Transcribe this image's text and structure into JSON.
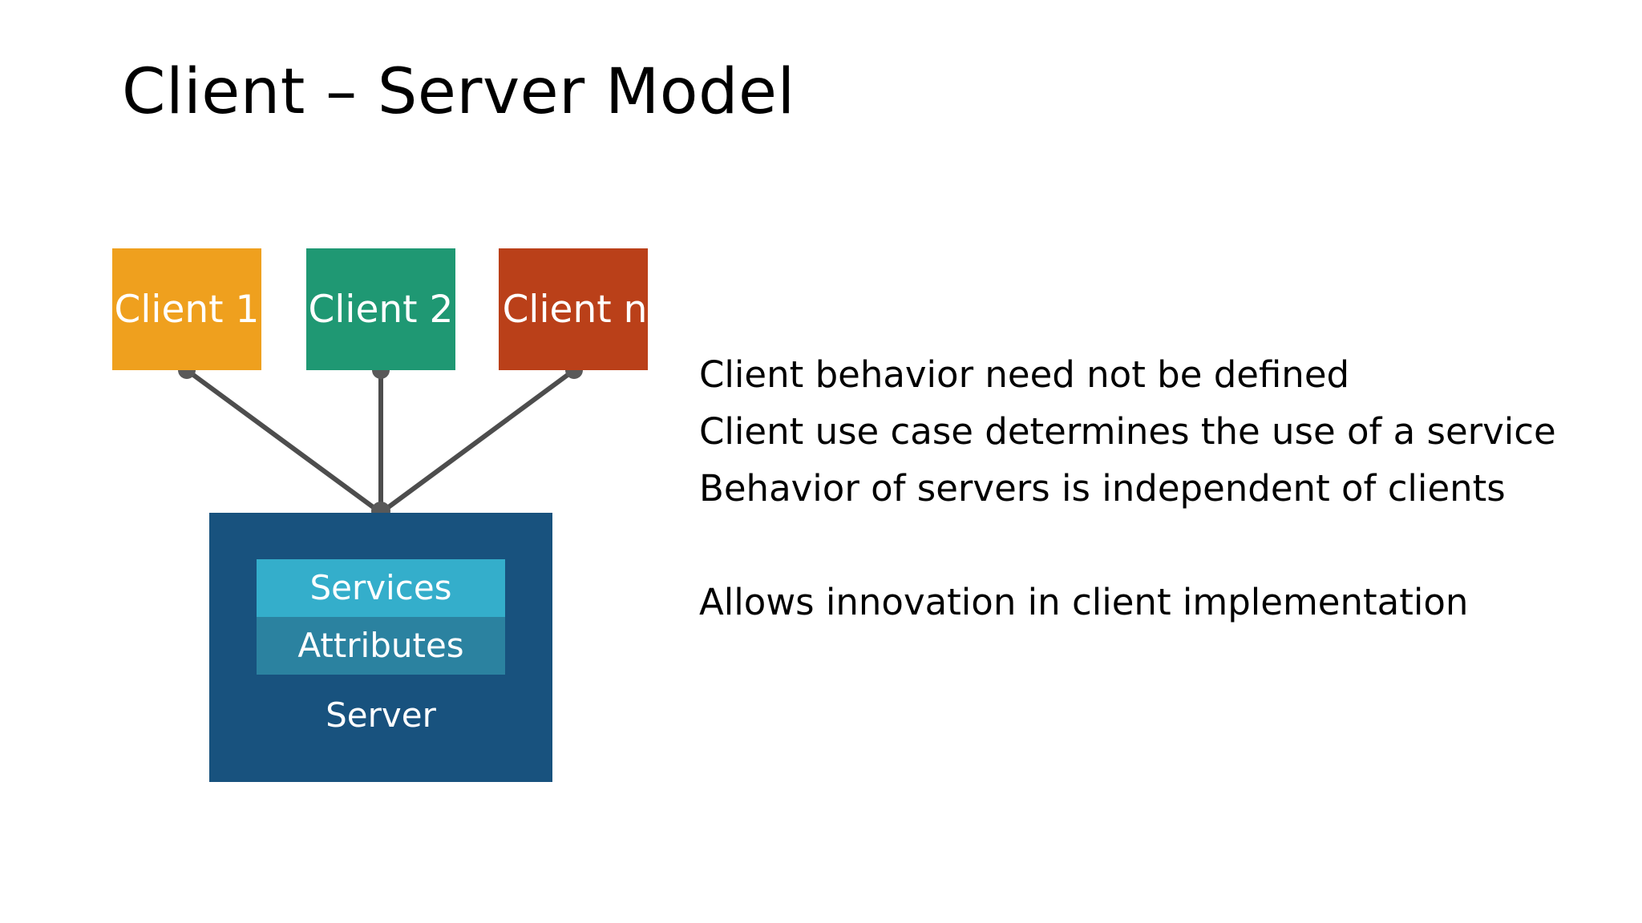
{
  "slide": {
    "title": "Client – Server Model",
    "background_color": "#FFFFFF"
  },
  "diagram": {
    "type": "client-server-block-diagram",
    "clients": [
      {
        "label": "Client 1",
        "color": "#EFA01E",
        "text_color": "#FFFFFF"
      },
      {
        "label": "Client 2",
        "color": "#1F9873",
        "text_color": "#FFFFFF"
      },
      {
        "label": "Client n",
        "color": "#BA4019",
        "text_color": "#FFFFFF"
      }
    ],
    "server": {
      "label": "Server",
      "color": "#18527E",
      "text_color": "#FFFFFF",
      "layers": [
        {
          "label": "Services",
          "color": "#34AECB",
          "text_color": "#FFFFFF"
        },
        {
          "label": "Attributes",
          "color": "#2B82A0",
          "text_color": "#FFFFFF"
        }
      ]
    },
    "connectors": {
      "color": "#4D4D4D",
      "endpoint_dot_color": "#595959",
      "description": "Each client connects by a straight line to a single convergence point on the top edge of the server block."
    }
  },
  "body": {
    "paragraph_1": [
      "Client behavior need not be defined",
      "Client use case determines the use of a service",
      "Behavior of servers is independent of clients"
    ],
    "paragraph_2": [
      "Allows innovation in client implementation"
    ],
    "text_color": "#000000"
  }
}
